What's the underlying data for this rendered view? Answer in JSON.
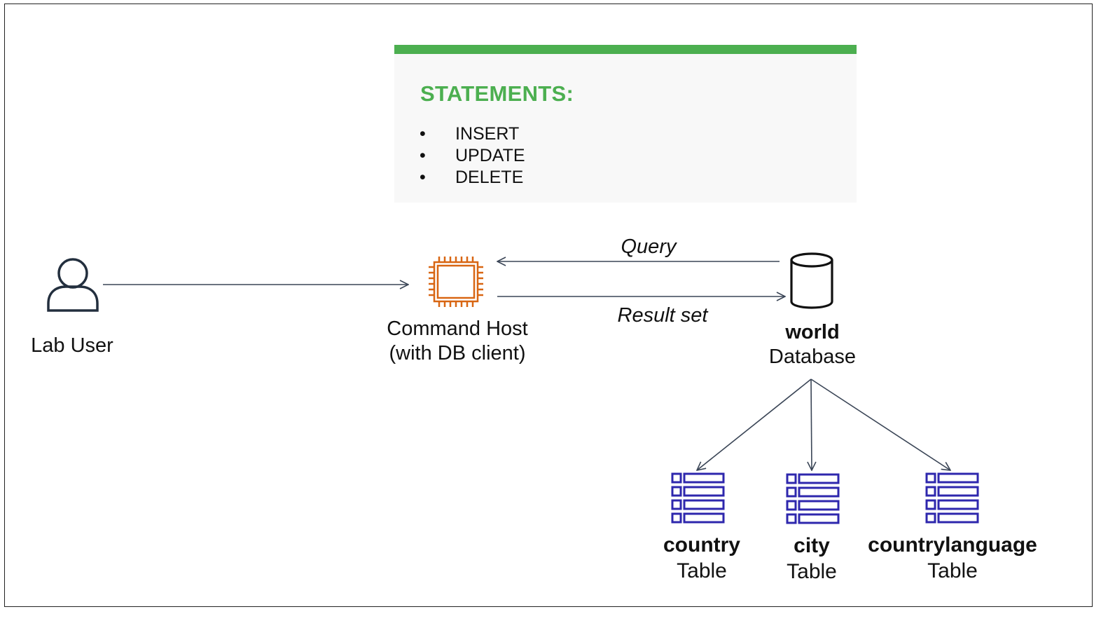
{
  "colors": {
    "accent_green": "#4caf50",
    "chip_orange": "#d86613",
    "table_blue": "#2e27ad",
    "line": "#3a4556"
  },
  "statements": {
    "title": "STATEMENTS:",
    "items": [
      "INSERT",
      "UPDATE",
      "DELETE"
    ],
    "bullet": "•"
  },
  "nodes": {
    "user": {
      "icon": "user-icon",
      "label": "Lab User"
    },
    "host": {
      "icon": "chip-icon",
      "line1": "Command Host",
      "line2": "(with DB client)"
    },
    "database": {
      "icon": "database-icon",
      "name": "world",
      "type": "Database"
    },
    "tables": [
      {
        "icon": "table-icon",
        "name": "country",
        "type": "Table"
      },
      {
        "icon": "table-icon",
        "name": "city",
        "type": "Table"
      },
      {
        "icon": "table-icon",
        "name": "countrylanguage",
        "type": "Table"
      }
    ]
  },
  "edges": {
    "query": "Query",
    "result": "Result set"
  }
}
